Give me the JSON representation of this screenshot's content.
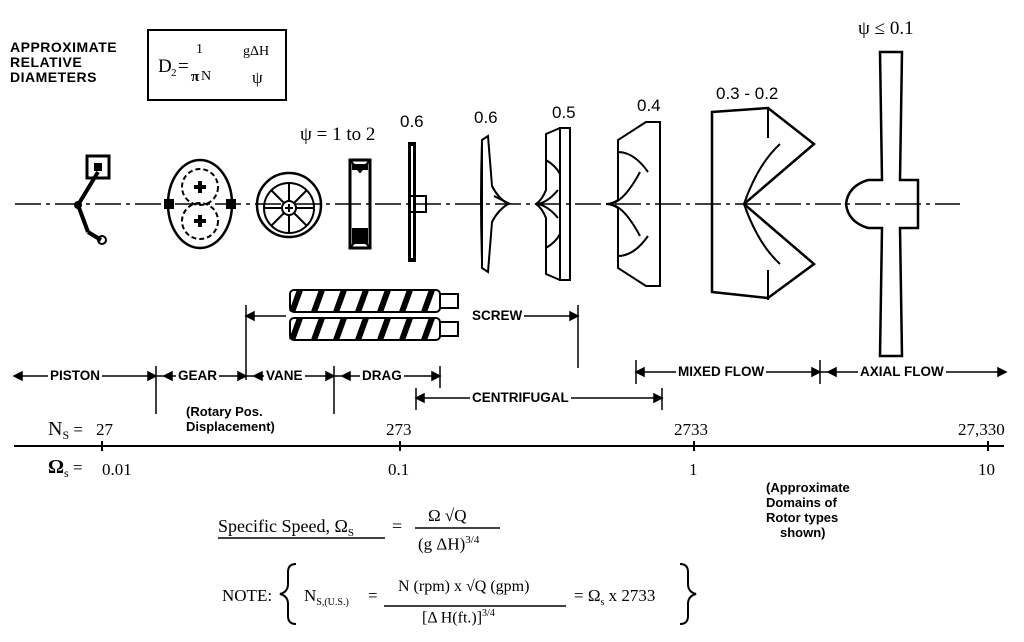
{
  "header": {
    "title_lines": [
      "APPROXIMATE",
      "RELATIVE",
      "DIAMETERS"
    ],
    "diameter_formula": {
      "lhs": "D",
      "lhs_sub": "2",
      "equals": "=",
      "frac_num": "1",
      "frac_den_pi": "π",
      "frac_den_n": "N",
      "root_num": "gΔH",
      "root_den": "ψ"
    }
  },
  "psi_labels": [
    {
      "id": "drag",
      "text": "ψ = 1 to 2"
    },
    {
      "id": "c1",
      "text": "0.6"
    },
    {
      "id": "c2",
      "text": "0.6"
    },
    {
      "id": "c3",
      "text": "0.5"
    },
    {
      "id": "c4",
      "text": "0.4"
    },
    {
      "id": "mixed",
      "text": "0.3 - 0.2"
    },
    {
      "id": "axial",
      "text": "ψ ≤ 0.1"
    }
  ],
  "rotor_types": [
    "PISTON",
    "GEAR",
    "VANE",
    "DRAG",
    "CENTRIFUGAL",
    "SCREW",
    "MIXED FLOW",
    "AXIAL FLOW"
  ],
  "rotary_note_lines": [
    "(Rotary Pos.",
    "Displacement)"
  ],
  "ns_scale": {
    "symbol": "N",
    "sub": "S",
    "equals": "=",
    "values": [
      "27",
      "273",
      "2733",
      "27,330"
    ]
  },
  "omega_scale": {
    "symbol": "Ω",
    "sub": "s",
    "equals": "=",
    "values": [
      "0.01",
      "0.1",
      "1",
      "10"
    ]
  },
  "domains_note_lines": [
    "(Approximate",
    "Domains of",
    "Rotor types",
    "shown)"
  ],
  "specific_speed": {
    "label": "Specific Speed, Ω",
    "label_sub": "S",
    "equals": "=",
    "num": "Ω √Q",
    "den": "(g ΔH)",
    "den_exp": "3/4"
  },
  "note": {
    "prefix": "NOTE:",
    "lhs": "N",
    "lhs_sub": "S,(U.S.)",
    "equals": "=",
    "num": "N (rpm) x √Q (gpm)",
    "den": "[Δ H(ft.)]",
    "den_exp": "3/4",
    "rhs": "= Ω",
    "rhs_sub": "s",
    "rhs_tail": " x 2733"
  }
}
